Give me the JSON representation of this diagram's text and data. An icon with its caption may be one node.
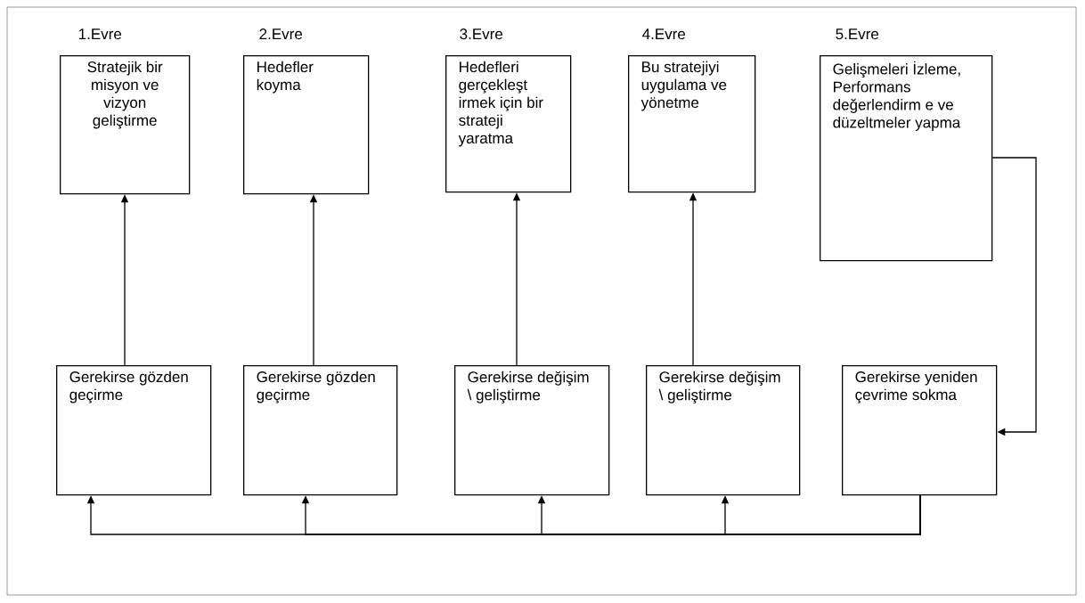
{
  "diagram": {
    "nodes": [
      {
        "text": [
          "1.Evre",
          "Stratejik bir misyon ve vizyon geliştirme"
        ]
      },
      {
        "text": [
          "2.Evre",
          "Hedefler koyma"
        ]
      },
      {
        "text": [
          "3.Evre",
          "Hedefleri gerçekleşt irmek için bir strateji yaratma"
        ]
      },
      {
        "text": [
          "4.Evre",
          "Bu stratejiyi uygulama ve yönetme"
        ]
      },
      {
        "text": [
          "5.Evre",
          "Gelişmeleri İzleme, Performans değerlendirm e ve düzeltmeler yapma"
        ]
      },
      {
        "text": [
          "Gerekirse gözden geçirme"
        ]
      },
      {
        "text": [
          "Gerekirse gözden geçirme"
        ]
      },
      {
        "text": [
          "Gerekirse değişim \\ geliştirme"
        ]
      },
      {
        "text": [
          "Gerekirse değişim \\ geliştirme"
        ]
      },
      {
        "text": [
          "Gerekirse yeniden çevrime sokma"
        ]
      }
    ],
    "edges": [
      {
        "from": 5,
        "to": 0,
        "arrow": "to"
      },
      {
        "from": 6,
        "to": 1,
        "arrow": "to"
      },
      {
        "from": 7,
        "to": 2,
        "arrow": "to"
      },
      {
        "from": 8,
        "to": 3,
        "arrow": "to"
      },
      {
        "from": 4,
        "to": 9,
        "arrow": "to"
      },
      {
        "from": 9,
        "to": 5,
        "arrow": "to"
      },
      {
        "from": 9,
        "to": 6,
        "arrow": "to"
      },
      {
        "from": 9,
        "to": 7,
        "arrow": "to"
      },
      {
        "from": 9,
        "to": 8,
        "arrow": "to"
      }
    ]
  }
}
